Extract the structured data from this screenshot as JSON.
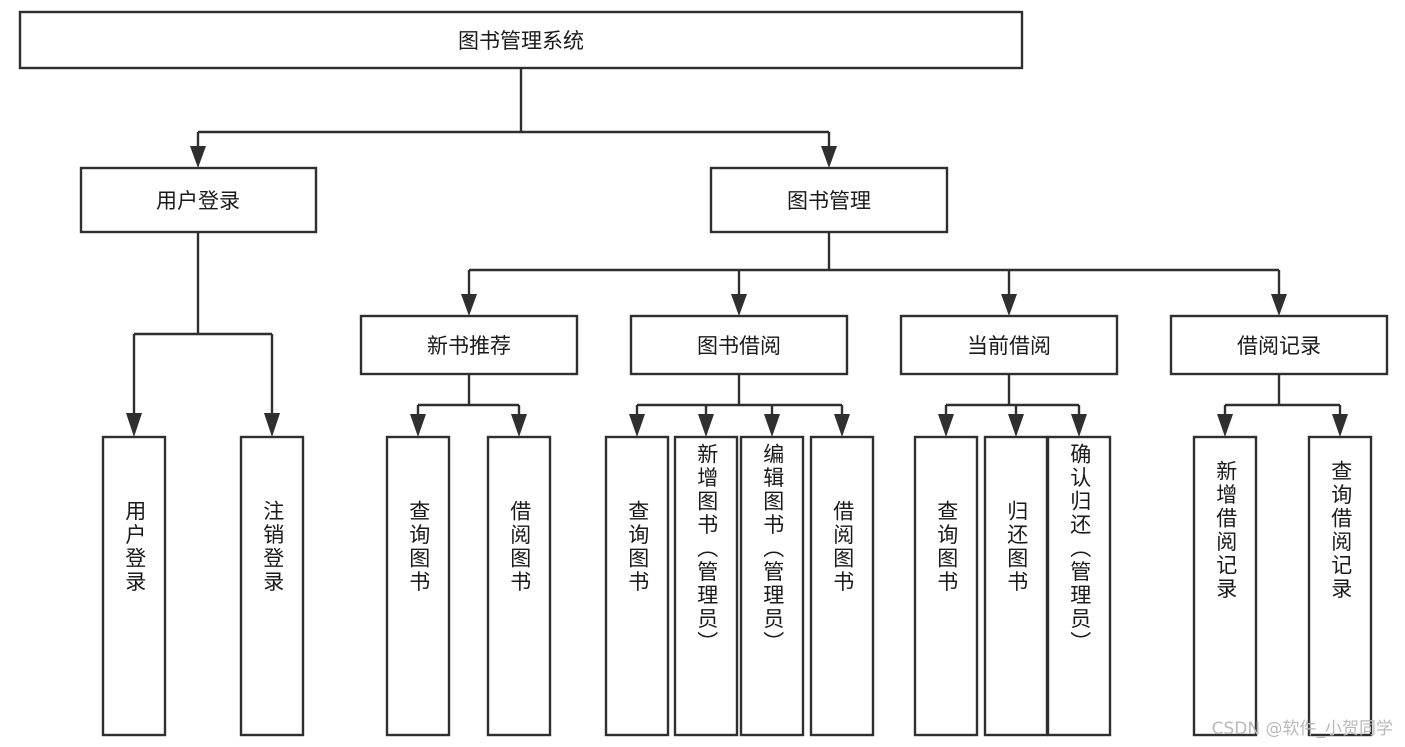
{
  "diagram": {
    "title": "图书管理系统",
    "type": "tree-hierarchy-chart",
    "watermark": "CSDN @软件_小贺同学",
    "colors": {
      "stroke": "#2f2f2f",
      "fill": "#ffffff",
      "text": "#1a1a1a",
      "watermark": "#b9b9b9"
    },
    "root": {
      "label": "图书管理系统"
    },
    "level2": [
      {
        "label": "用户登录"
      },
      {
        "label": "图书管理"
      }
    ],
    "level3": [
      {
        "label": "新书推荐"
      },
      {
        "label": "图书借阅"
      },
      {
        "label": "当前借阅"
      },
      {
        "label": "借阅记录"
      }
    ],
    "leaves": {
      "user_login": [
        {
          "label": "用户登录"
        },
        {
          "label": "注销登录"
        }
      ],
      "new_book_recommend": [
        {
          "label": "查询图书"
        },
        {
          "label": "借阅图书"
        }
      ],
      "book_borrow": [
        {
          "label": "查询图书"
        },
        {
          "label": "新增图书（管理员）"
        },
        {
          "label": "编辑图书（管理员）"
        },
        {
          "label": "借阅图书"
        }
      ],
      "current_borrow": [
        {
          "label": "查询图书"
        },
        {
          "label": "归还图书"
        },
        {
          "label": "确认归还（管理员）"
        }
      ],
      "borrow_record": [
        {
          "label": "新增借阅记录"
        },
        {
          "label": "查询借阅记录"
        }
      ]
    }
  }
}
